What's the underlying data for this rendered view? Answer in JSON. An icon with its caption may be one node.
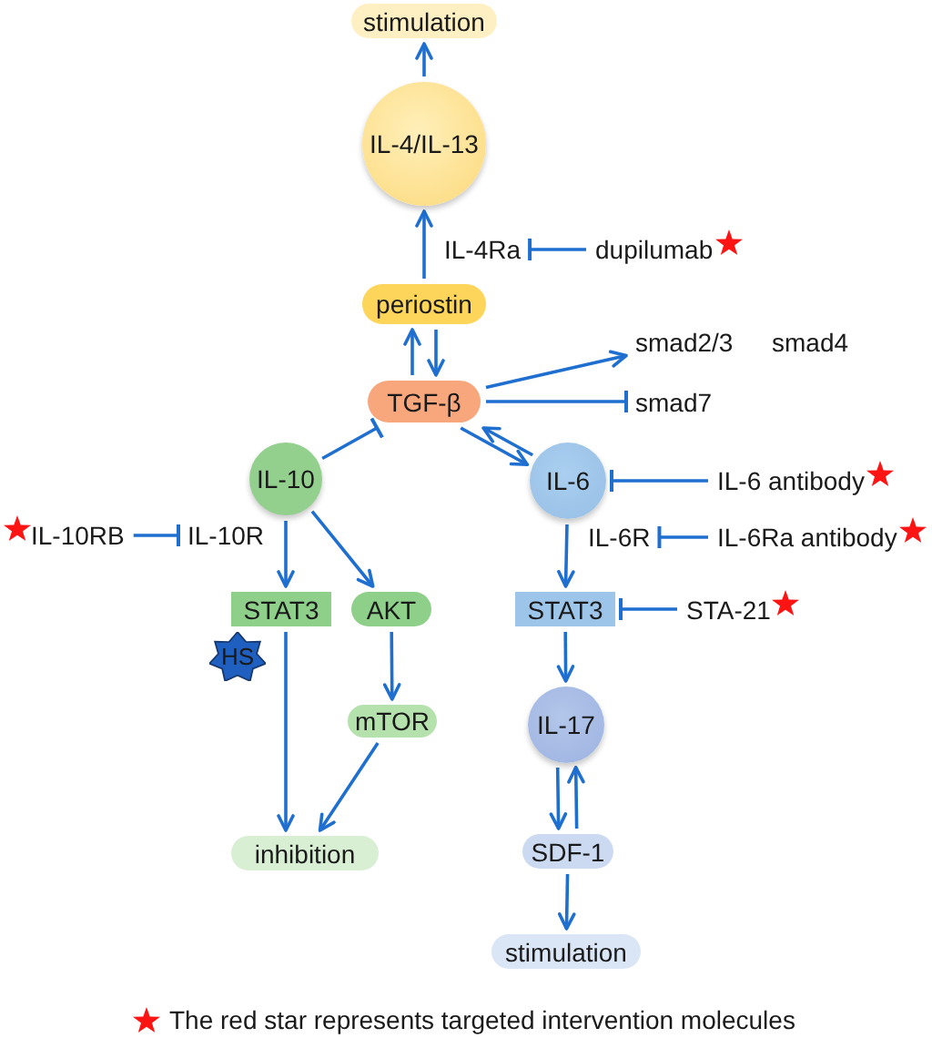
{
  "diagram": {
    "nodes": [
      {
        "text": [
          "stimulation"
        ]
      },
      {
        "text": [
          "IL-4/IL-13"
        ]
      },
      {
        "text": [
          "IL-4Ra"
        ]
      },
      {
        "text": [
          "dupilumab"
        ]
      },
      {
        "text": [
          "periostin"
        ]
      },
      {
        "text": [
          "TGF-β"
        ]
      },
      {
        "text": [
          "smad2/3"
        ]
      },
      {
        "text": [
          "smad7"
        ]
      },
      {
        "text": [
          "IL-10"
        ]
      },
      {
        "text": [
          "IL-10RB"
        ]
      },
      {
        "text": [
          "IL-10R"
        ]
      },
      {
        "text": [
          "IL-6"
        ]
      },
      {
        "text": [
          "IL-6 antibody"
        ]
      },
      {
        "text": [
          "IL-6R"
        ]
      },
      {
        "text": [
          "IL-6Ra antibody"
        ]
      },
      {
        "text": [
          "STAT3"
        ]
      },
      {
        "text": [
          "AKT"
        ]
      },
      {
        "text": [
          "STAT3"
        ]
      },
      {
        "text": [
          "STA-21"
        ]
      },
      {
        "text": [
          "HS"
        ]
      },
      {
        "text": [
          "mTOR"
        ]
      },
      {
        "text": [
          "IL-17"
        ]
      },
      {
        "text": [
          "inhibition"
        ]
      },
      {
        "text": [
          "SDF-1"
        ]
      },
      {
        "text": [
          "stimulation"
        ]
      }
    ],
    "edges": [
      {
        "from": 1,
        "to": 0,
        "arrow": "to"
      },
      {
        "from": 4,
        "to": 1,
        "arrow": "to"
      },
      {
        "from": 3,
        "to": 2,
        "arrow": "other"
      },
      {
        "from": 5,
        "to": 4,
        "arrow": "to"
      },
      {
        "from": 4,
        "to": 5,
        "arrow": "to"
      },
      {
        "from": 5,
        "to": 6,
        "arrow": "to"
      },
      {
        "from": 5,
        "to": 7,
        "arrow": "other"
      },
      {
        "from": 8,
        "to": 5,
        "arrow": "other"
      },
      {
        "from": 11,
        "to": 5,
        "arrow": "to"
      },
      {
        "from": 5,
        "to": 11,
        "arrow": "to"
      },
      {
        "from": 12,
        "to": 11,
        "arrow": "other"
      },
      {
        "from": 14,
        "to": 13,
        "arrow": "other"
      },
      {
        "from": 9,
        "to": 10,
        "arrow": "other"
      },
      {
        "from": 8,
        "to": 15,
        "arrow": "to"
      },
      {
        "from": 8,
        "to": 16,
        "arrow": "to"
      },
      {
        "from": 11,
        "to": 17,
        "arrow": "to"
      },
      {
        "from": 18,
        "to": 17,
        "arrow": "other"
      },
      {
        "from": 15,
        "to": 22,
        "arrow": "to"
      },
      {
        "from": 16,
        "to": 20,
        "arrow": "to"
      },
      {
        "from": 20,
        "to": 22,
        "arrow": "to"
      },
      {
        "from": 17,
        "to": 21,
        "arrow": "to"
      },
      {
        "from": 21,
        "to": 23,
        "arrow": "to"
      },
      {
        "from": 23,
        "to": 21,
        "arrow": "to"
      },
      {
        "from": 23,
        "to": 24,
        "arrow": "to"
      }
    ],
    "labels": [
      "smad4"
    ],
    "legend": [
      {
        "text": "The red star represents targeted intervention molecules"
      }
    ]
  }
}
